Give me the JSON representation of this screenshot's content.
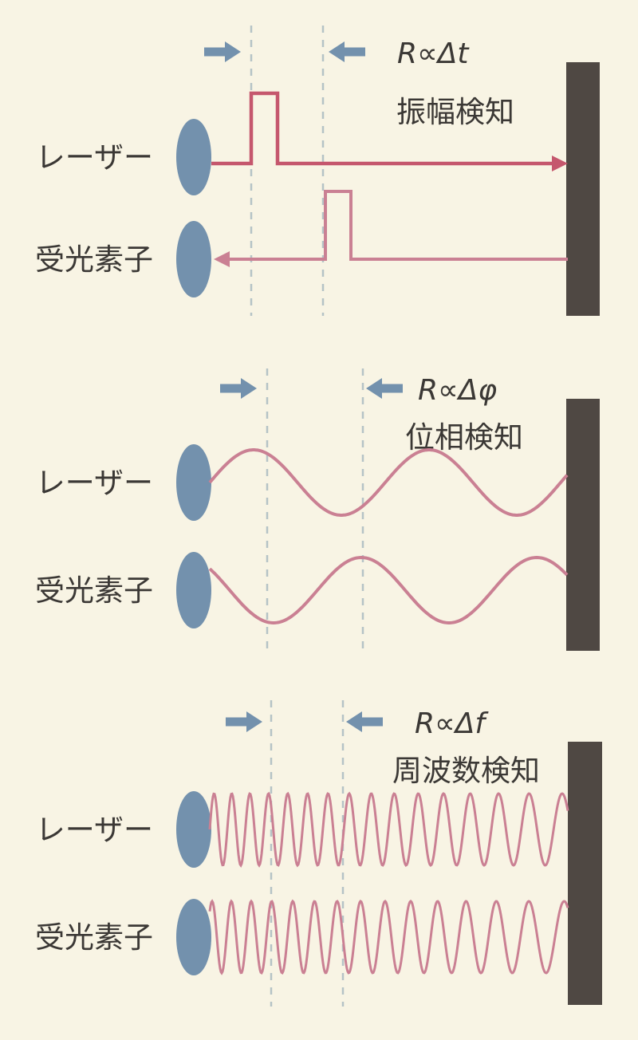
{
  "colors": {
    "bg": "#f8f4e4",
    "device": "#7391ad",
    "pulse": "#c5576d",
    "wave": "#ca8093",
    "wall": "#4f4843",
    "dash": "#b5c3c6",
    "ink": "#3b3835"
  },
  "panels": [
    {
      "id": "time-of-flight",
      "formula": "R∝Δt",
      "method_label": "振幅検知",
      "laser_label": "レーザー",
      "detector_label": "受光素子"
    },
    {
      "id": "phase-detection",
      "formula": "R∝Δφ",
      "method_label": "位相検知",
      "laser_label": "レーザー",
      "detector_label": "受光素子"
    },
    {
      "id": "frequency-detection",
      "formula": "R∝Δf",
      "method_label": "周波数検知",
      "laser_label": "レーザー",
      "detector_label": "受光素子"
    }
  ]
}
